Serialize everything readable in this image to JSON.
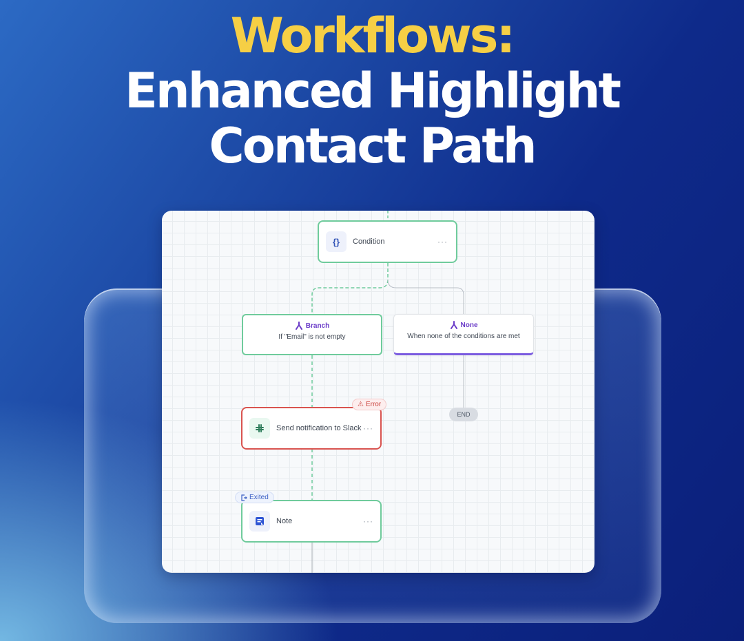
{
  "header": {
    "title_line1": "Workflows:",
    "title_line2": "Enhanced Highlight",
    "title_line3": "Contact Path"
  },
  "colors": {
    "title_accent": "#f6cf45",
    "success_path": "#6fcb9c",
    "error": "#d9534f",
    "branch_purple": "#6a3bc8",
    "none_underline": "#7b5ce0"
  },
  "workflow": {
    "condition_node": {
      "icon": "curly-braces-icon",
      "icon_glyph": "{}",
      "label": "Condition",
      "menu": "···"
    },
    "branch_node": {
      "icon": "branch-icon",
      "title": "Branch",
      "description": "If \"Email\" is not empty"
    },
    "none_node": {
      "icon": "branch-icon",
      "title": "None",
      "description": "When none of the conditions are met"
    },
    "slack_node": {
      "icon": "slack-icon",
      "label": "Send notification to Slack",
      "menu": "···",
      "badge": "Error",
      "badge_icon": "warning-triangle-icon",
      "badge_glyph": "⚠"
    },
    "note_node": {
      "icon": "note-icon",
      "label": "Note",
      "menu": "···",
      "badge": "Exited",
      "badge_icon": "exit-icon"
    },
    "end_label": "END"
  }
}
